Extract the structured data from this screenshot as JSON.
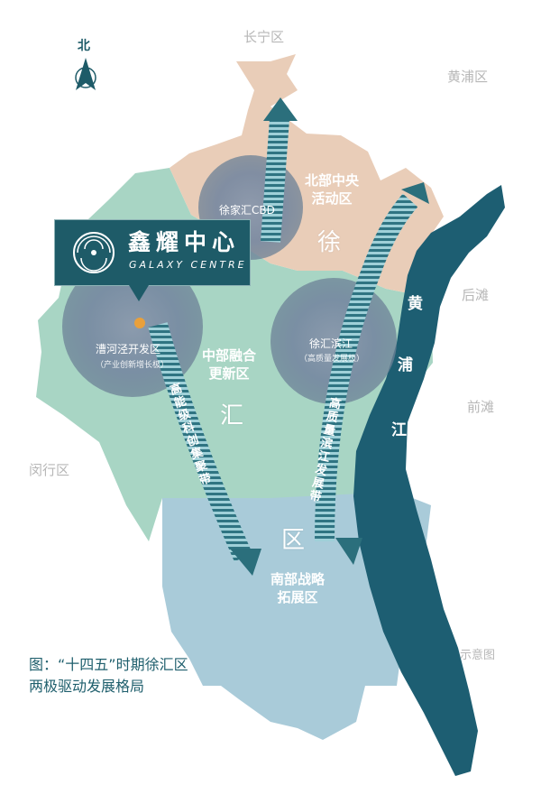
{
  "compass": {
    "label": "北"
  },
  "districts": {
    "changning": "长宁区",
    "huangpu": "黄浦区",
    "houtan": "后滩",
    "qiantan": "前滩",
    "minhang": "闵行区"
  },
  "zones": {
    "north": "北部中央\n活动区",
    "central": "中部融合\n更新区",
    "south": "南部战略\n拓展区"
  },
  "nodes": {
    "xujiahui": "徐家汇CBD",
    "caohejing": "漕河泾开发区",
    "caohejing_sub": "（产业创新增长极）",
    "xuhui_bund": "徐汇滨江",
    "xuhui_bund_sub": "（高质量发展极）"
  },
  "belts": {
    "west": "高能级科创集聚带",
    "east": "高质量滨江发展带"
  },
  "district_chars": [
    "徐",
    "汇",
    "区"
  ],
  "river": [
    "黄",
    "浦",
    "江"
  ],
  "callout": {
    "name_cn": "鑫耀中心",
    "name_en": "GALAXY CENTRE"
  },
  "caption": {
    "line1": "图：“十四五”时期徐汇区",
    "line2": "两极驱动发展格局",
    "note": "示意图"
  },
  "colors": {
    "north_zone": "#e9cdb8",
    "central_zone": "#a8d5c4",
    "south_zone": "#a9cbd9",
    "river": "#1d5e72",
    "arrow": "#2b6f7c",
    "node_circle": "#7b8ea3",
    "marker": "#e9a03b"
  }
}
